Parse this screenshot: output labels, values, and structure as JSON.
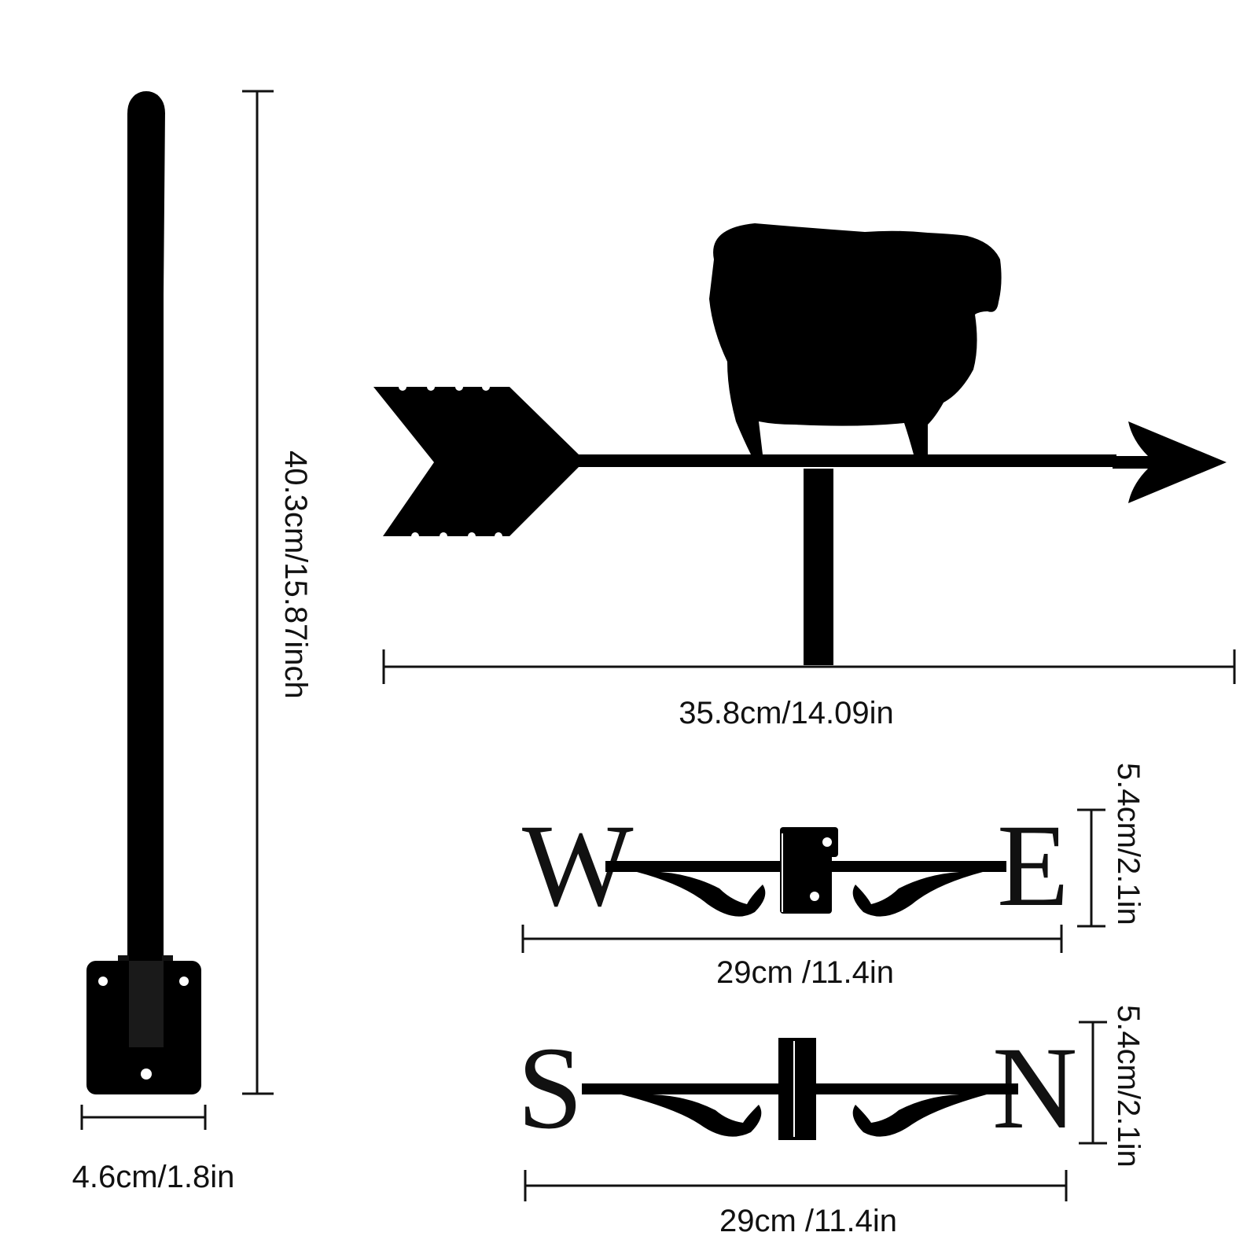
{
  "product": {
    "pole": {
      "height_label": "40.3cm/15.87inch",
      "base_width_label": "4.6cm/1.8in"
    },
    "vane": {
      "width_label": "35.8cm/14.09in"
    },
    "direction_bar_we": {
      "letters": {
        "left": "W",
        "right": "E"
      },
      "width_label": "29cm /11.4in",
      "height_label": "5.4cm/2.1in"
    },
    "direction_bar_sn": {
      "letters": {
        "left": "S",
        "right": "N"
      },
      "width_label": "29cm /11.4in",
      "height_label": "5.4cm/2.1in"
    }
  },
  "colors": {
    "metal": "#000000",
    "line": "#111111",
    "background": "#ffffff"
  }
}
